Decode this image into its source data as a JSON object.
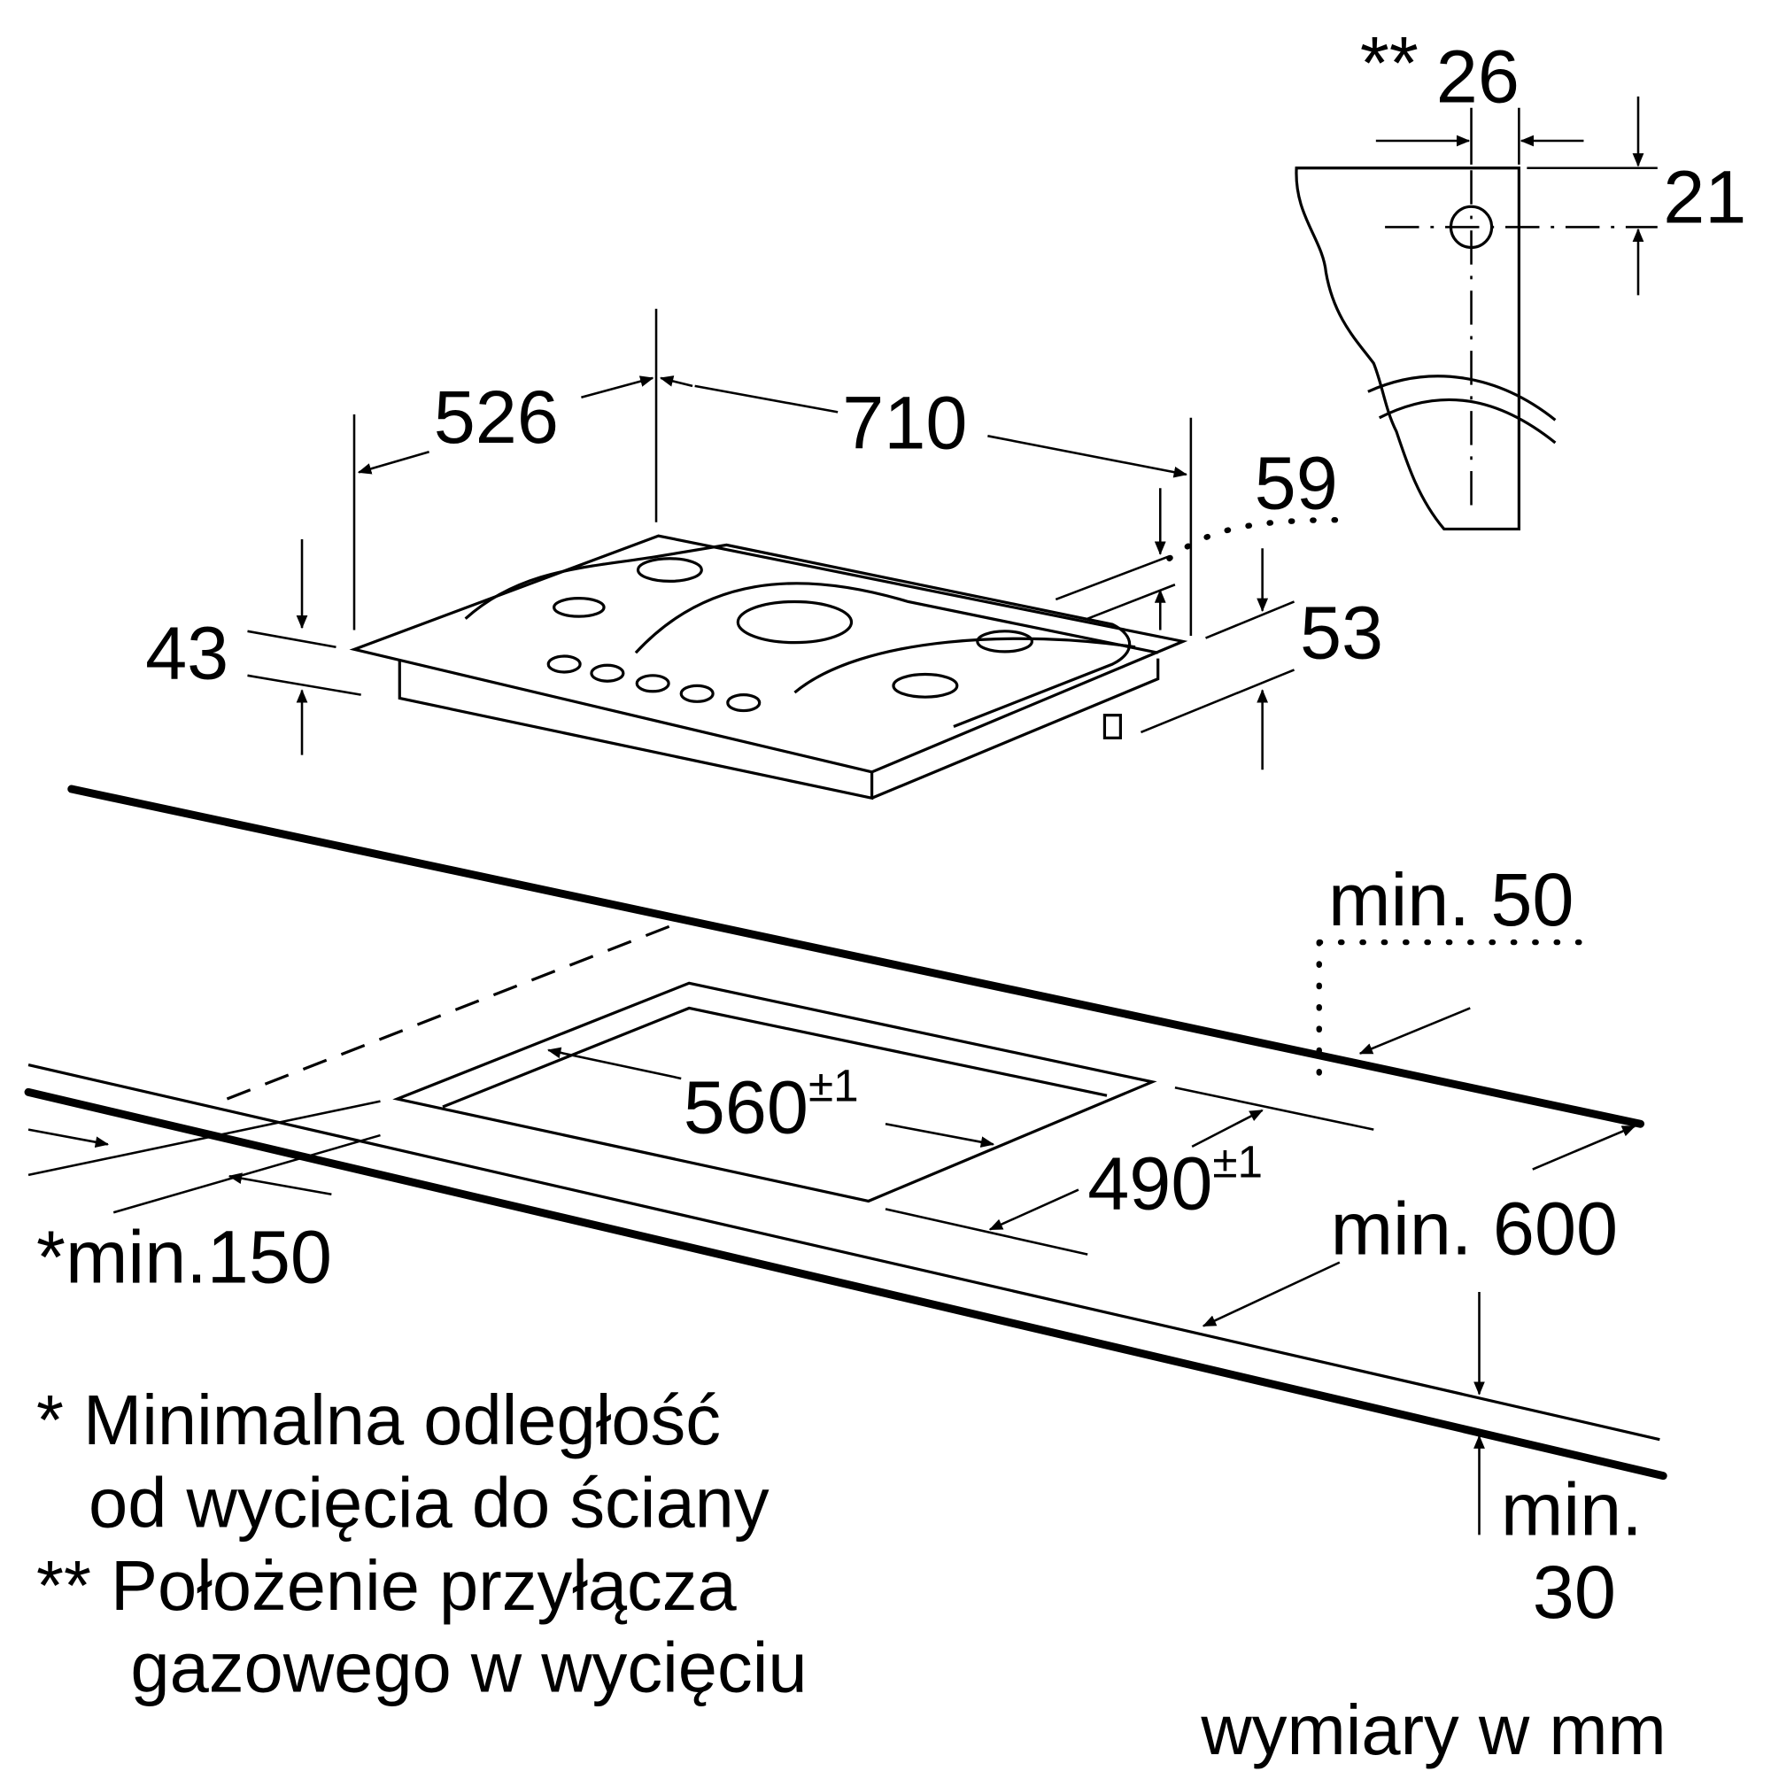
{
  "dimensions": {
    "d26_prefix": "**",
    "d26": "26",
    "d21": "21",
    "d526": "526",
    "d710": "710",
    "d59": "59",
    "d43": "43",
    "d53": "53",
    "min50": "min. 50",
    "d560": "560",
    "d560_tol": "±1",
    "d490": "490",
    "d490_tol": "±1",
    "min150": "*min.150",
    "min600": "min. 600",
    "min30_line1": "min.",
    "min30_line2": "30"
  },
  "notes": {
    "note1_line1": "* Minimalna odległość",
    "note1_line2": "od wycięcia do ściany",
    "note2_line1": "** Położenie przyłącza",
    "note2_line2": "gazowego w wycięciu"
  },
  "units": "wymiary w mm"
}
